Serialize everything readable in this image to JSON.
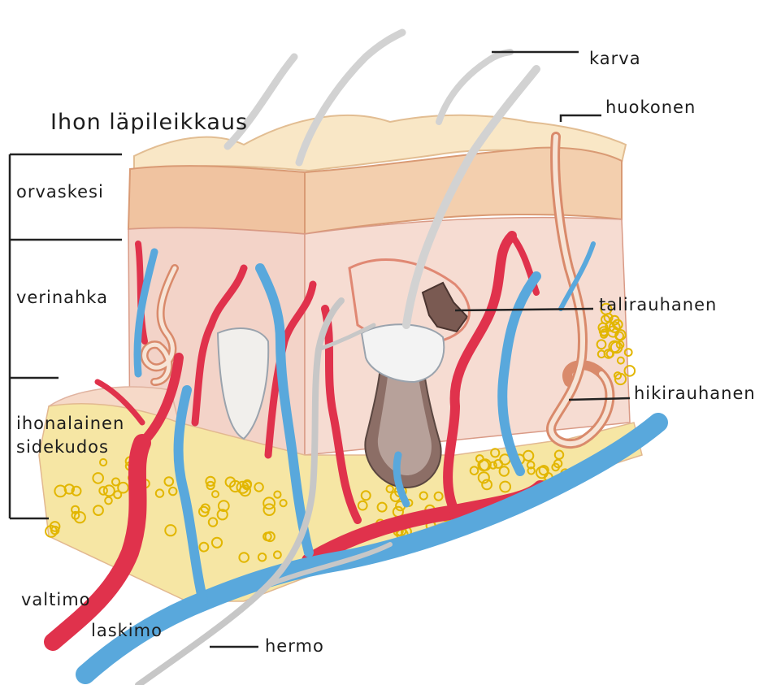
{
  "diagram": {
    "title": "Ihon läpileikkaus",
    "layers": {
      "epidermis": "orvaskesi",
      "dermis": "verinahka",
      "subcutis_line1": "ihonalainen",
      "subcutis_line2": "sidekudos"
    },
    "labels": {
      "hair": "karva",
      "pore": "huokonen",
      "sebaceous_gland": "talirauhanen",
      "sweat_gland": "hikirauhanen",
      "artery": "valtimo",
      "vein": "laskimo",
      "nerve": "hermo"
    },
    "colors": {
      "epidermis": "#f2c4a4",
      "dermis": "#f4d2c6",
      "fat": "#f3df7a",
      "artery": "#e0324c",
      "vein": "#59a8dc",
      "nerve": "#cfcfcf",
      "hair_bulb": "#8a6b63"
    }
  }
}
